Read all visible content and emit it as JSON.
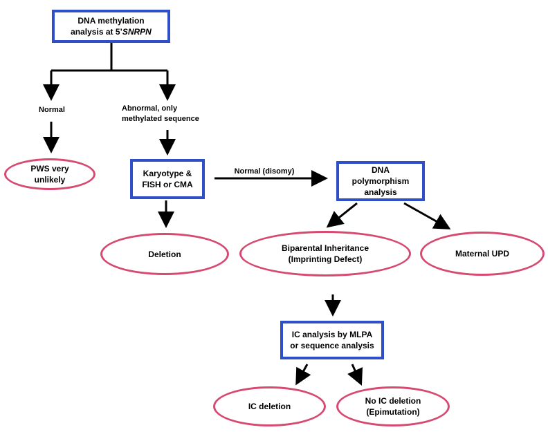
{
  "nodes": {
    "methylation": {
      "line1": "DNA methylation",
      "line2_prefix": "analysis at 5’",
      "line2_gene": "SNRPN"
    },
    "normal_label": "Normal",
    "abnormal_label": {
      "line1": "Abnormal, only",
      "line2": "methylated sequence"
    },
    "pws_unlikely": {
      "line1": "PWS very",
      "line2": "unlikely"
    },
    "karyotype": {
      "line1": "Karyotype &",
      "line2": "FISH or CMA"
    },
    "disomy_label": "Normal (disomy)",
    "polymorphism": {
      "line1": "DNA",
      "line2": "polymorphism",
      "line3": "analysis"
    },
    "deletion": "Deletion",
    "biparental": {
      "line1": "Biparental Inheritance",
      "line2": "(Imprinting Defect)"
    },
    "maternal_upd": "Maternal UPD",
    "ic_analysis": {
      "line1": "IC analysis by MLPA",
      "line2": "or sequence analysis"
    },
    "ic_deletion": "IC deletion",
    "no_ic_deletion": {
      "line1": "No IC deletion",
      "line2": "(Epimutation)"
    }
  },
  "colors": {
    "box_border": "#2e4fc7",
    "oval_border": "#d64a72",
    "arrow": "#000000"
  }
}
